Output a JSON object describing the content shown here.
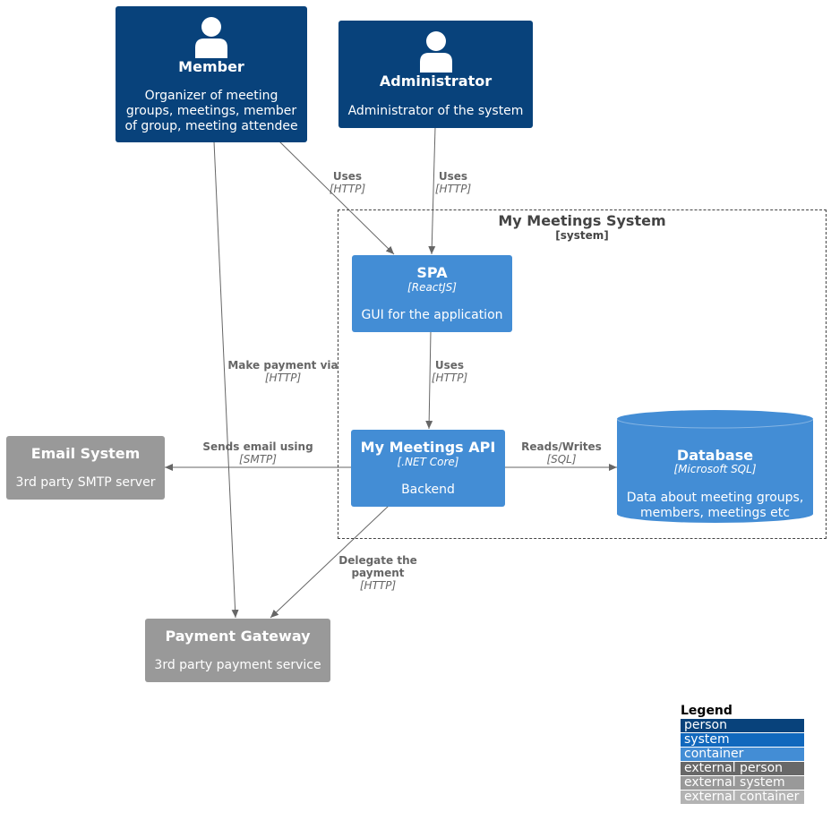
{
  "colors": {
    "person": "#08427b",
    "container": "#438dd5",
    "external_system": "#999999",
    "line": "#666666",
    "boundary": "#444444"
  },
  "nodes": {
    "member": {
      "title": "Member",
      "desc_lines": [
        "Organizer of meeting",
        "groups, meetings, member",
        "of group, meeting attendee"
      ]
    },
    "administrator": {
      "title": "Administrator",
      "desc_lines": [
        "Administrator of the system"
      ]
    },
    "spa": {
      "title": "SPA",
      "tech": "[ReactJS]",
      "desc_lines": [
        "GUI for the application"
      ]
    },
    "api": {
      "title": "My Meetings API",
      "tech": "[.NET Core]",
      "desc_lines": [
        "Backend"
      ]
    },
    "database": {
      "title": "Database",
      "tech": "[Microsoft SQL]",
      "desc_lines": [
        "Data about meeting groups,",
        "members, meetings etc"
      ]
    },
    "email": {
      "title": "Email System",
      "desc_lines": [
        "3rd party SMTP server"
      ]
    },
    "payment": {
      "title": "Payment Gateway",
      "desc_lines": [
        "3rd party payment service"
      ]
    }
  },
  "boundary": {
    "title": "My Meetings System",
    "type": "[system]"
  },
  "relations": {
    "member_spa": {
      "label_lines": [
        "Uses"
      ],
      "tech": "[HTTP]"
    },
    "admin_spa": {
      "label_lines": [
        "Uses"
      ],
      "tech": "[HTTP]"
    },
    "spa_api": {
      "label_lines": [
        "Uses"
      ],
      "tech": "[HTTP]"
    },
    "member_payment": {
      "label_lines": [
        "Make payment via"
      ],
      "tech": "[HTTP]"
    },
    "api_email": {
      "label_lines": [
        "Sends email using"
      ],
      "tech": "[SMTP]"
    },
    "api_db": {
      "label_lines": [
        "Reads/Writes"
      ],
      "tech": "[SQL]"
    },
    "api_payment": {
      "label_lines": [
        "Delegate the",
        "payment"
      ],
      "tech": "[HTTP]"
    }
  },
  "legend": {
    "title": "Legend",
    "items": [
      {
        "label": "person",
        "color": "#08427b"
      },
      {
        "label": "system",
        "color": "#1168bd"
      },
      {
        "label": "container",
        "color": "#438dd5"
      },
      {
        "label": "external person",
        "color": "#686868"
      },
      {
        "label": "external system",
        "color": "#999999"
      },
      {
        "label": "external container",
        "color": "#b3b3b3"
      }
    ]
  }
}
